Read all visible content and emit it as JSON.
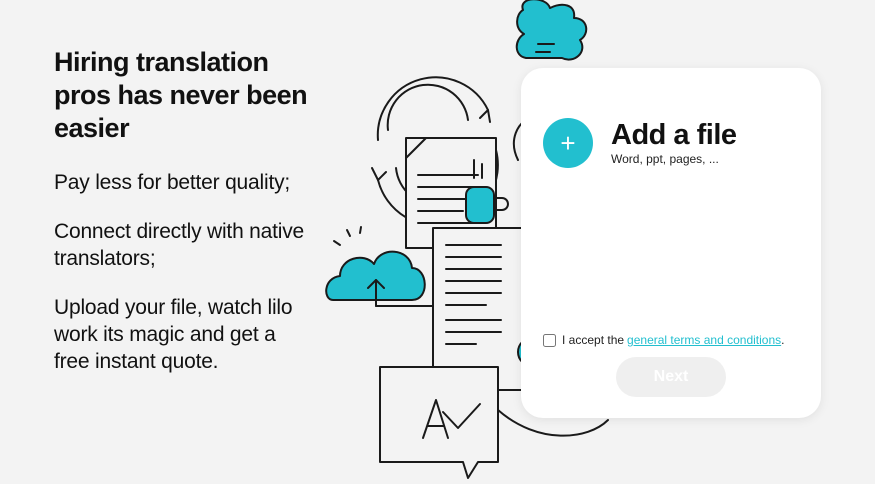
{
  "intro": {
    "headline": "Hiring translation pros has never been easier",
    "points": [
      "Pay less for better quality;",
      "Connect directly with native translators;",
      "Upload your file, watch lilo work its magic and get a free instant quote."
    ]
  },
  "upload_card": {
    "add_icon": "plus-icon",
    "title": "Add a file",
    "hint": "Word, ppt, pages, ...",
    "terms_prefix": "I accept the",
    "terms_link": "general terms and conditions",
    "terms_suffix": ".",
    "next_label": "Next"
  },
  "colors": {
    "accent": "#22bfcf",
    "background": "#f3f3f3",
    "card": "#ffffff",
    "disabled_button": "#efefef"
  }
}
